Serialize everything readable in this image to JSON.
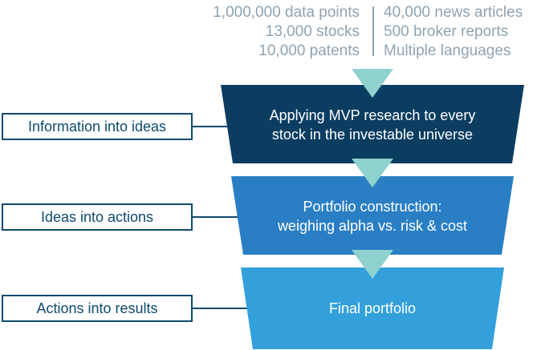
{
  "stats": {
    "left": [
      "1,000,000 data points",
      "13,000 stocks",
      "10,000 patents"
    ],
    "right": [
      "40,000 news articles",
      "500 broker reports",
      "Multiple languages"
    ]
  },
  "stages": [
    {
      "lines": [
        "Applying MVP research to every",
        "stock in the investable universe"
      ],
      "color": "#0b3d61"
    },
    {
      "lines": [
        "Portfolio construction:",
        "weighing alpha vs. risk & cost"
      ],
      "color": "#2a7fc4"
    },
    {
      "lines": [
        "Final portfolio"
      ],
      "color": "#33a0db"
    }
  ],
  "labels": [
    "Information into ideas",
    "Ideas into actions",
    "Actions into results"
  ],
  "colors": {
    "arrow": "#8fd1ce",
    "label_border": "#0e4a6e",
    "label_text": "#0e4a6e",
    "stats_text": "#8fa3b2"
  }
}
